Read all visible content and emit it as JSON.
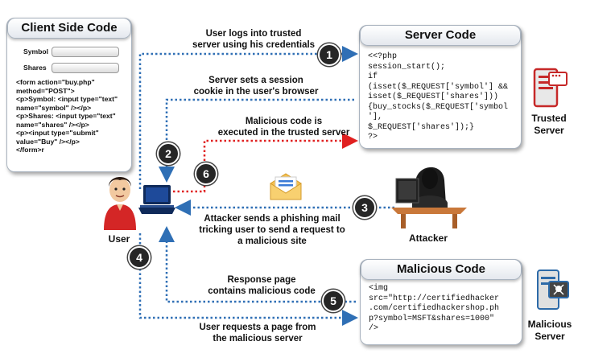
{
  "client": {
    "title": "Client Side Code",
    "symbol_label": "Symbol",
    "shares_label": "Shares",
    "form_lines": "<form action=\"buy.php\"\nmethod=\"POST\">\n<p>Symbol: <input type=\"text\"\nname=\"symbol\" /></p>\n<p>Shares: <input type=\"text\"\nname=\"shares\" /></p>\n<p><input type=\"submit\"\nvalue=\"Buy\" /></p>\n</form>r"
  },
  "server": {
    "title": "Server Code",
    "code": "<<?php\nsession_start();\nif\n(isset($_REQUEST['symbol'] &&\nisset($_REQUEST['shares']))\n{buy_stocks($_REQUEST['symbol\n'],\n$_REQUEST['shares']);}\n?>"
  },
  "malicious": {
    "title": "Malicious Code",
    "code": "<img\nsrc=\"http://certifiedhacker\n.com/certifiedhackershop.ph\np?symbol=MSFT&shares=1000\"\n/>"
  },
  "roles": {
    "user": "User",
    "attacker": "Attacker",
    "trusted_server": "Trusted\nServer",
    "malicious_server": "Malicious\nServer"
  },
  "steps": [
    {
      "num": "1",
      "text": "User logs into trusted\nserver using his credentials"
    },
    {
      "num": "2",
      "text": "Server sets a session\ncookie in the user's browser"
    },
    {
      "num": "3",
      "text": "Attacker sends a phishing mail\ntricking user to send a request to\na malicious site"
    },
    {
      "num": "4",
      "text": "User requests a page from\nthe malicious server"
    },
    {
      "num": "5",
      "text": "Response page\ncontains malicious code"
    },
    {
      "num": "6",
      "text": "Malicious code is\nexecuted in the trusted server"
    }
  ],
  "colors": {
    "blue_arrow": "#2f6fb5",
    "red_arrow": "#e02020",
    "badge": "#262626"
  }
}
